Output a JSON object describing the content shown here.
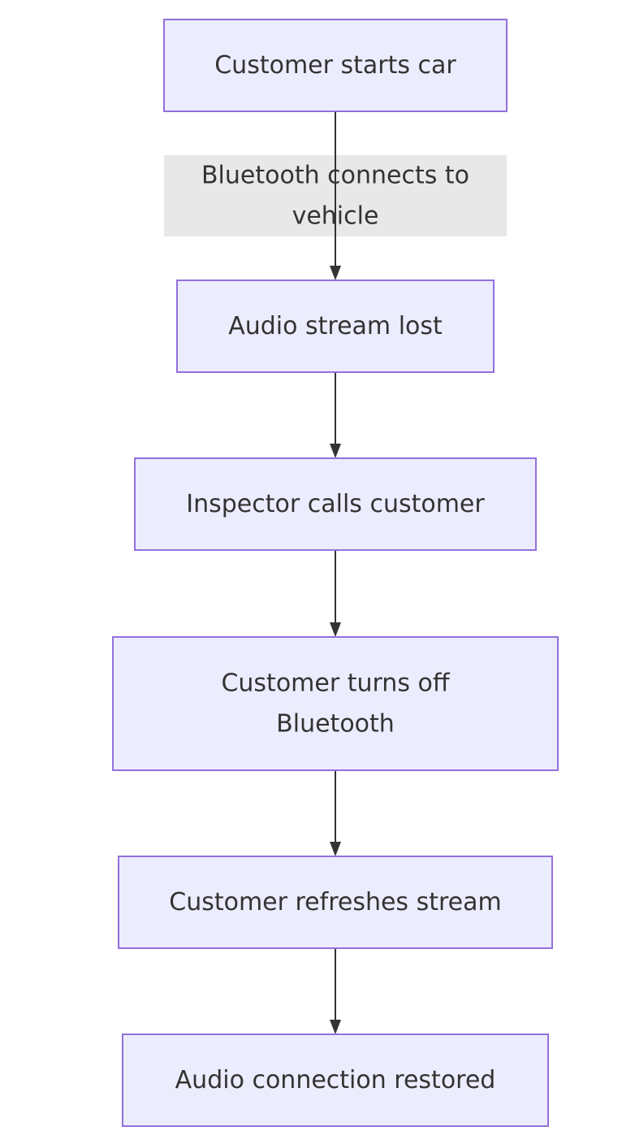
{
  "diagram": {
    "type": "flowchart",
    "direction": "top-down",
    "colors": {
      "node_fill": "#ECECFF",
      "node_stroke": "#9370DB",
      "text": "#333333",
      "edge": "#333333",
      "edge_label_bg": "#E8E8E8"
    },
    "nodes": [
      {
        "id": "n1",
        "lines": [
          "Customer starts car"
        ]
      },
      {
        "id": "n2",
        "lines": [
          "Audio stream lost"
        ]
      },
      {
        "id": "n3",
        "lines": [
          "Inspector calls customer"
        ]
      },
      {
        "id": "n4",
        "lines": [
          "Customer turns off",
          "Bluetooth"
        ]
      },
      {
        "id": "n5",
        "lines": [
          "Customer refreshes stream"
        ]
      },
      {
        "id": "n6",
        "lines": [
          "Audio connection restored"
        ]
      }
    ],
    "edges": [
      {
        "from": "n1",
        "to": "n2",
        "label_lines": [
          "Bluetooth connects to",
          "vehicle"
        ]
      },
      {
        "from": "n2",
        "to": "n3",
        "label_lines": []
      },
      {
        "from": "n3",
        "to": "n4",
        "label_lines": []
      },
      {
        "from": "n4",
        "to": "n5",
        "label_lines": []
      },
      {
        "from": "n5",
        "to": "n6",
        "label_lines": []
      }
    ]
  }
}
